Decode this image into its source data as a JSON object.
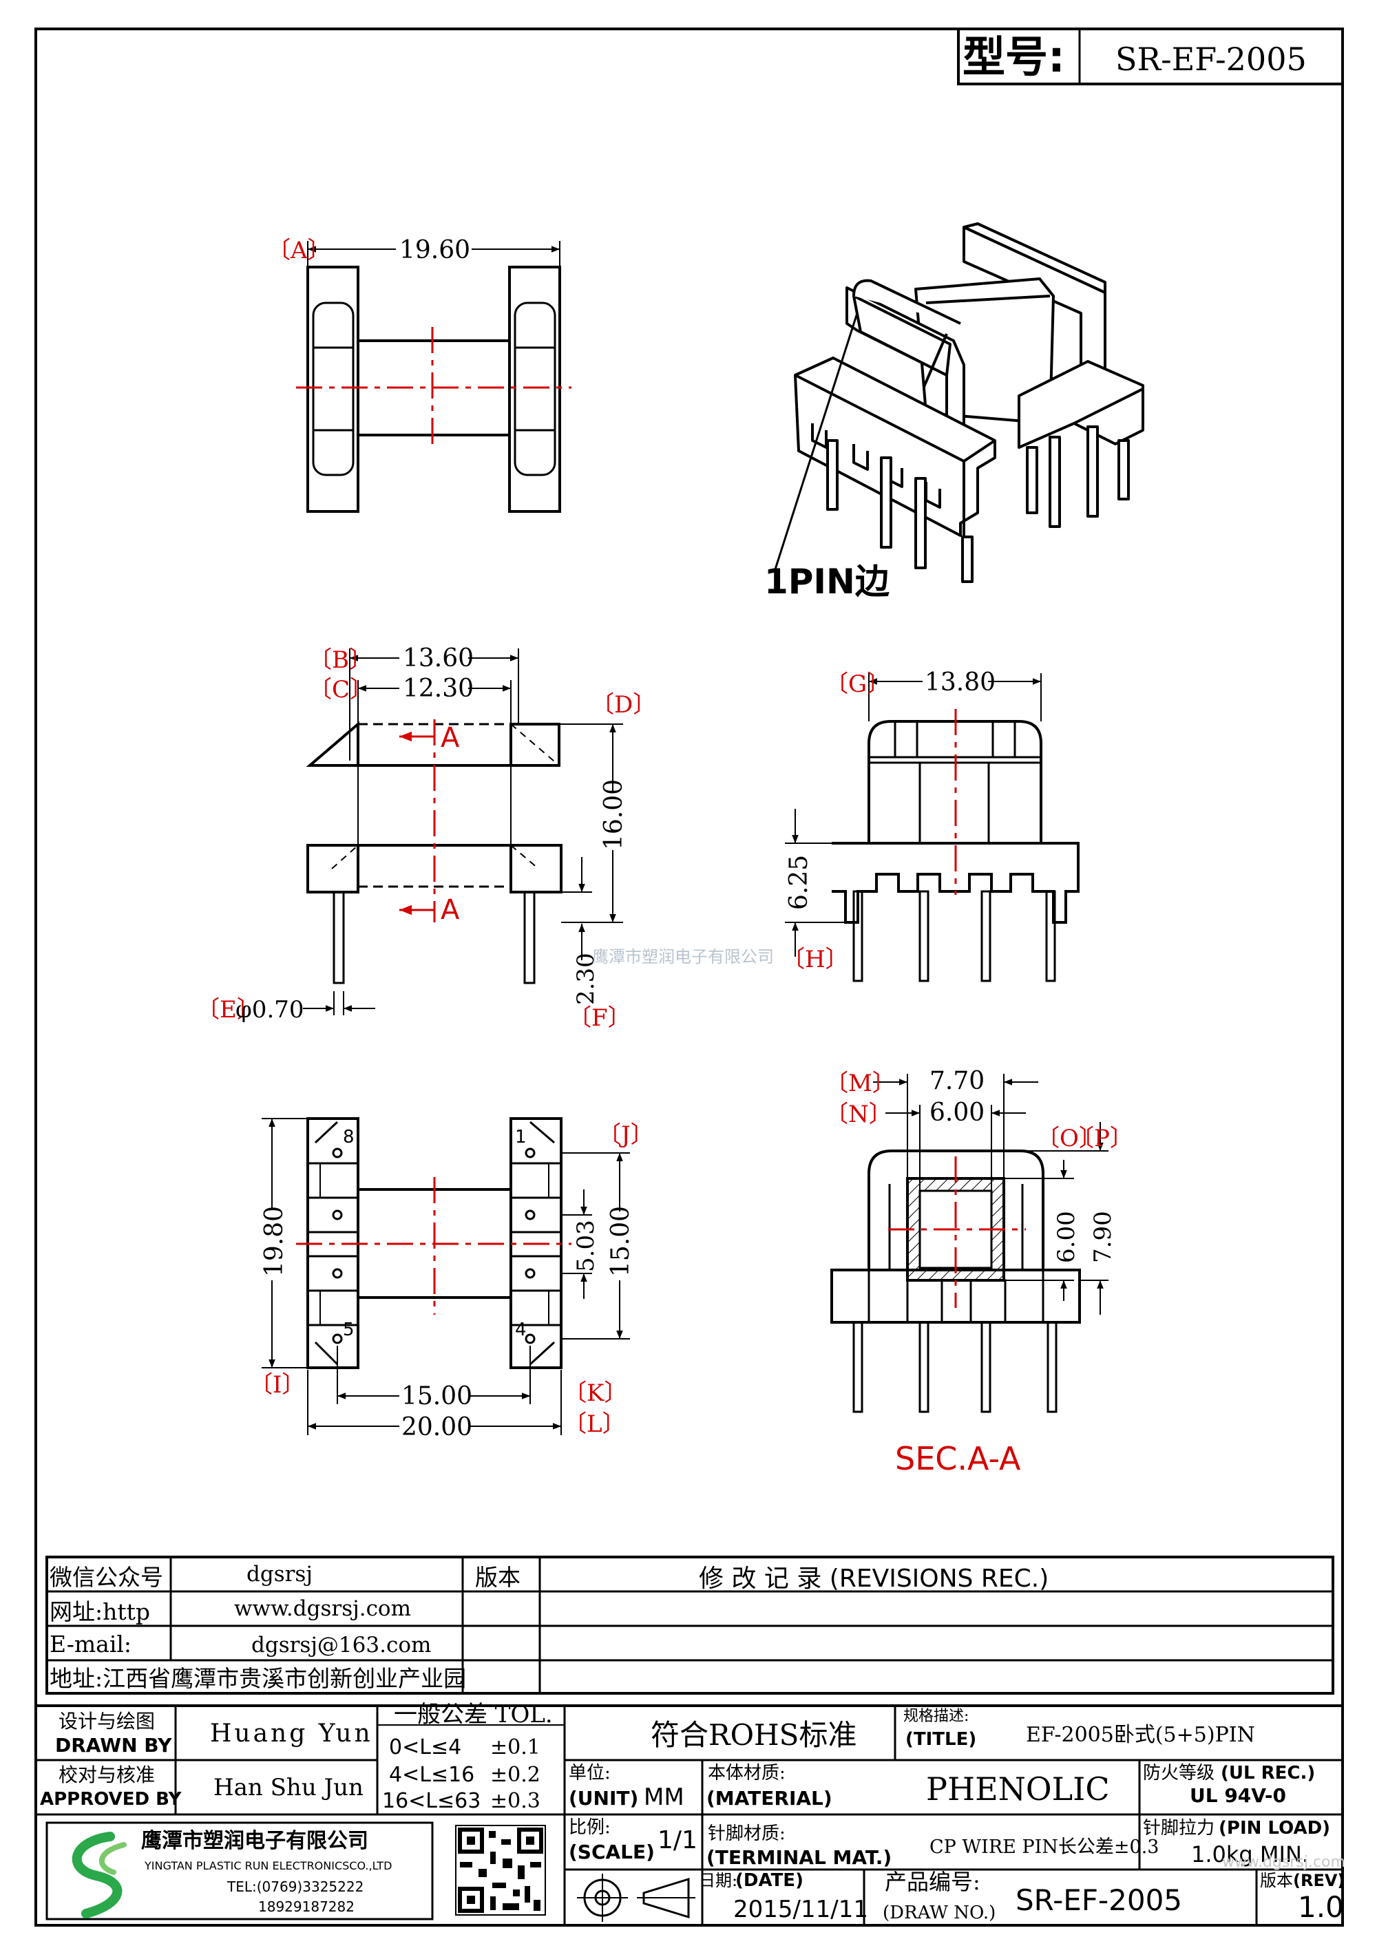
{
  "title_block": {
    "model_label": "型号:",
    "model_value": "SR-EF-2005"
  },
  "annotations": {
    "pin1_label": "1PIN边",
    "section_label": "SEC.A-A",
    "section_marker": "A",
    "watermark_mid": "鹰潭市塑润电子有限公司",
    "watermark_corner": "www.dgsrsj.com"
  },
  "dimensions": {
    "A": {
      "tag": "〔A〕",
      "value": "19.60"
    },
    "B": {
      "tag": "〔B〕",
      "value": "13.60"
    },
    "C": {
      "tag": "〔C〕",
      "value": "12.30"
    },
    "D": {
      "tag": "〔D〕",
      "value": "16.00"
    },
    "E": {
      "tag": "〔E〕",
      "value": "φ0.70"
    },
    "F": {
      "tag": "〔F〕",
      "value": "2.30"
    },
    "G": {
      "tag": "〔G〕",
      "value": "13.80"
    },
    "H": {
      "tag": "〔H〕",
      "value": "6.25"
    },
    "I": {
      "tag": "〔I〕",
      "value": "19.80"
    },
    "J": {
      "tag": "〔J〕",
      "value": "15.00"
    },
    "J2": {
      "value": "5.03"
    },
    "K": {
      "tag": "〔K〕",
      "value": "15.00"
    },
    "L": {
      "tag": "〔L〕",
      "value": "20.00"
    },
    "M": {
      "tag": "〔M〕",
      "value": "7.70"
    },
    "N": {
      "tag": "〔N〕",
      "value": "6.00"
    },
    "O": {
      "tag": "〔O〕",
      "value": "6.00"
    },
    "P": {
      "tag": "〔P〕",
      "value": "7.90"
    }
  },
  "pins": {
    "p1": "1",
    "p4": "4",
    "p5": "5",
    "p8": "8"
  },
  "info": {
    "wechat_label": "微信公众号",
    "wechat_value": "dgsrsj",
    "web_label": "网址:http",
    "web_value": "www.dgsrsj.com",
    "email_label": "E-mail:",
    "email_value": "dgsrsj@163.com",
    "address": "地址:江西省鹰潭市贵溪市创新创业产业园",
    "version_label": "版本",
    "revisions_label": "修 改 记 录 (REVISIONS REC.)"
  },
  "bottom": {
    "drawn_cn": "设计与绘图",
    "drawn_en": "DRAWN BY",
    "drawn_value": "Huang Yun",
    "approved_cn": "校对与核准",
    "approved_en": "APPROVED BY",
    "approved_value": "Han Shu Jun",
    "tol_title": "一般公差 TOL.",
    "tol1_range": "0<L≤4",
    "tol1_val": "±0.1",
    "tol2_range": "4<L≤16",
    "tol2_val": "±0.2",
    "tol3_range": "16<L≤63",
    "tol3_val": "±0.3",
    "rohs": "符合ROHS标准",
    "title_cn": "规格描述:",
    "title_en": "(TITLE)",
    "title_value": "EF-2005卧式(5+5)PIN",
    "unit_cn": "单位:",
    "unit_en": "(UNIT)",
    "unit_value": "MM",
    "material_cn": "本体材质:",
    "material_en": "(MATERIAL)",
    "material_value": "PHENOLIC",
    "fire_cn": "防火等级",
    "fire_en": "(UL REC.)",
    "fire_value": "UL 94V-0",
    "scale_cn": "比例:",
    "scale_en": "(SCALE)",
    "scale_value": "1/1",
    "terminal_cn": "针脚材质:",
    "terminal_en": "(TERMINAL MAT.)",
    "terminal_value": "CP WIRE  PIN长公差±0.3",
    "pinload_cn": "针脚拉力",
    "pinload_en": "(PIN LOAD)",
    "pinload_value": "1.0kg MIN.",
    "date_cn": "日期:",
    "date_en": "(DATE)",
    "date_value": "2015/11/11",
    "drawno_cn": "产品编号:",
    "drawno_en": "(DRAW NO.)",
    "drawno_value": "SR-EF-2005",
    "rev_cn": "版本",
    "rev_en": "(REV)",
    "rev_value": "1.0"
  },
  "company": {
    "name_cn": "鹰潭市塑润电子有限公司",
    "name_en": "YINGTAN PLASTIC RUN ELECTRONICSCO.,LTD",
    "tel": "TEL:(0769)3325222",
    "mobile": "18929187282"
  },
  "colors": {
    "line": "#000000",
    "center": "#d40000",
    "logo": "#2aa84a"
  }
}
